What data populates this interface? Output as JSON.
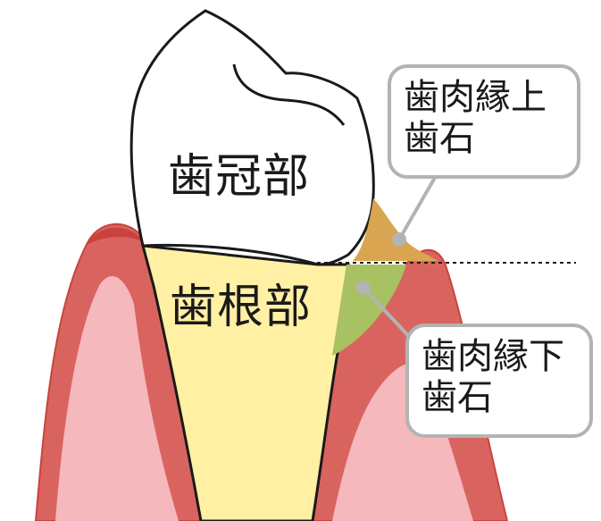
{
  "labels": {
    "crown": "歯冠部",
    "root": "歯根部"
  },
  "callouts": {
    "supragingival": {
      "line1": "歯肉縁上",
      "line2": "歯石"
    },
    "subgingival": {
      "line1": "歯肉縁下",
      "line2": "歯石"
    }
  },
  "colors": {
    "gum_outer": "#d9645f",
    "gum_edge": "#c9433e",
    "gum_inner": "#f4b8bd",
    "tooth_crown": "#ffffff",
    "tooth_root": "#fff0a3",
    "calculus_supra": "#d9a550",
    "calculus_sub": "#a7c163",
    "callout_border": "#b3b3b3",
    "outline": "#1a1a1a"
  }
}
